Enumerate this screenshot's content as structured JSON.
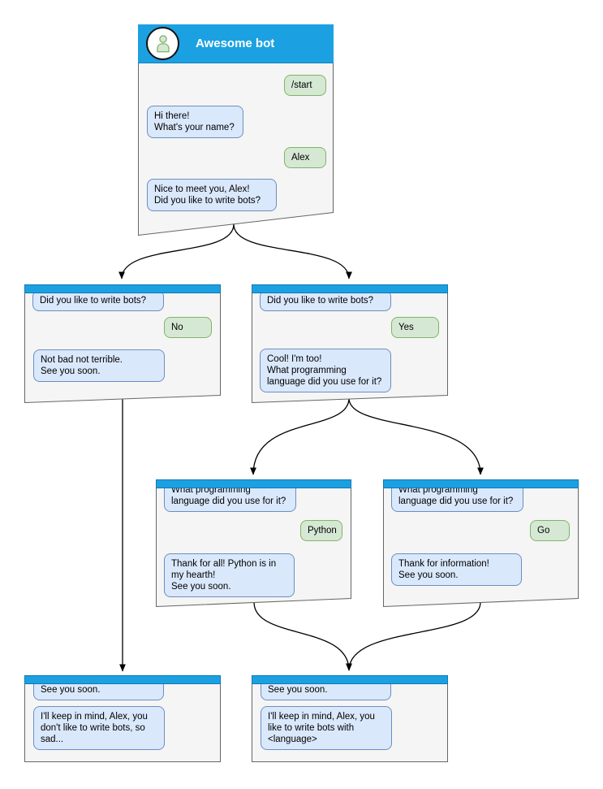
{
  "diagram": {
    "kind": "chatbot-conversation-flowchart",
    "colors": {
      "header_blue": "#1ba1e2",
      "window_bg": "#f5f5f5",
      "window_border": "#666666",
      "bot_bubble_bg": "#dae8fc",
      "bot_bubble_border": "#6c8ebf",
      "user_bubble_bg": "#d5e8d4",
      "user_bubble_border": "#82b366",
      "arrow": "#000000"
    },
    "windows": [
      {
        "id": "start",
        "title": "Awesome bot",
        "avatar_icon": "person-icon",
        "messages": [
          {
            "from": "user",
            "text": "/start"
          },
          {
            "from": "bot",
            "text": "Hi there!\nWhat's your name?"
          },
          {
            "from": "user",
            "text": "Alex"
          },
          {
            "from": "bot",
            "text": "Nice to meet you, Alex!\nDid you like to write bots?"
          }
        ]
      },
      {
        "id": "branch-no",
        "messages": [
          {
            "from": "bot",
            "text": "Did you like to write bots?"
          },
          {
            "from": "user",
            "text": "No"
          },
          {
            "from": "bot",
            "text": "Not bad not terrible.\nSee you soon."
          }
        ]
      },
      {
        "id": "branch-yes",
        "messages": [
          {
            "from": "bot",
            "text": "Did you like to write bots?"
          },
          {
            "from": "user",
            "text": "Yes"
          },
          {
            "from": "bot",
            "text": "Cool! I'm too!\nWhat programming\nlanguage did you use for it?"
          }
        ]
      },
      {
        "id": "lang-python",
        "messages": [
          {
            "from": "bot",
            "text": "What programming\nlanguage did you use for it?"
          },
          {
            "from": "user",
            "text": "Python"
          },
          {
            "from": "bot",
            "text": "Thank for all! Python is in\nmy hearth!\nSee you soon."
          }
        ]
      },
      {
        "id": "lang-go",
        "messages": [
          {
            "from": "bot",
            "text": "What programming\nlanguage did you use for it?"
          },
          {
            "from": "user",
            "text": "Go"
          },
          {
            "from": "bot",
            "text": "Thank for information!\nSee you soon."
          }
        ]
      },
      {
        "id": "end-no",
        "messages": [
          {
            "from": "bot",
            "text": "See you soon."
          },
          {
            "from": "bot",
            "text": "I'll keep in mind, Alex, you\ndon't like to write bots, so\nsad..."
          }
        ]
      },
      {
        "id": "end-yes",
        "messages": [
          {
            "from": "bot",
            "text": "See you soon."
          },
          {
            "from": "bot",
            "text": "I'll keep in mind, Alex, you\nlike to write bots with\n<language>"
          }
        ]
      }
    ],
    "edges": [
      {
        "from": "start",
        "to": "branch-no"
      },
      {
        "from": "start",
        "to": "branch-yes"
      },
      {
        "from": "branch-no",
        "to": "end-no"
      },
      {
        "from": "branch-yes",
        "to": "lang-python"
      },
      {
        "from": "branch-yes",
        "to": "lang-go"
      },
      {
        "from": "lang-python",
        "to": "end-yes"
      },
      {
        "from": "lang-go",
        "to": "end-yes"
      }
    ]
  }
}
